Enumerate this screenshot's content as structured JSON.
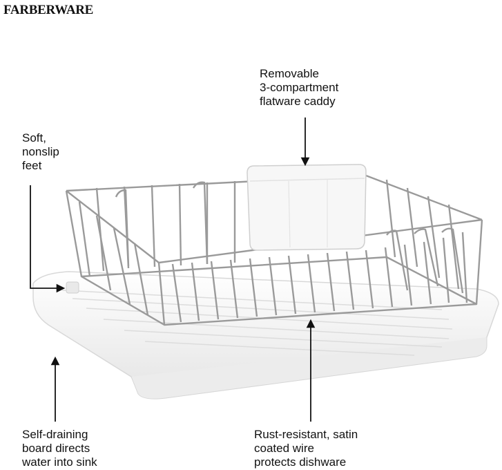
{
  "brand": {
    "name": "FARBERWARE"
  },
  "callouts": {
    "caddy": [
      "Removable",
      "3-compartment",
      "flatware caddy"
    ],
    "feet": [
      "Soft,",
      "nonslip",
      "feet"
    ],
    "board": [
      "Self-draining",
      "board directs",
      "water into sink"
    ],
    "wire": [
      "Rust-resistant, satin",
      "coated wire",
      "protects dishware"
    ]
  },
  "colors": {
    "wire": "#9a9a9a",
    "tray": "#f1f1f1",
    "caddy": "#f7f7f7",
    "text": "#111111"
  }
}
